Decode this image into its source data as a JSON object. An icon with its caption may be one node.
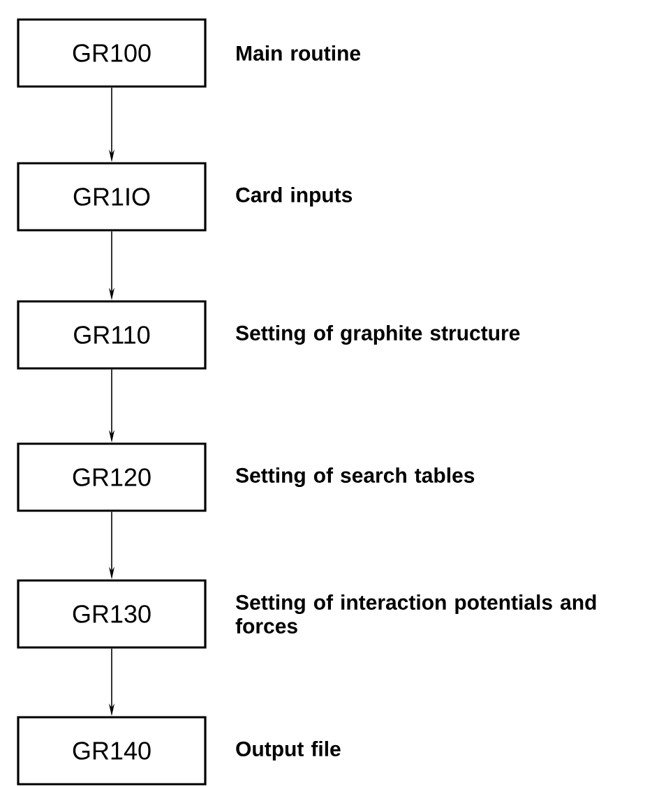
{
  "diagram": {
    "nodes": [
      {
        "text": [
          "GR100"
        ],
        "beside": [
          "Main routine"
        ]
      },
      {
        "text": [
          "GR1IO"
        ],
        "beside": [
          "Card inputs"
        ]
      },
      {
        "text": [
          "GR110"
        ],
        "beside": [
          "Setting of graphite structure"
        ]
      },
      {
        "text": [
          "GR120"
        ],
        "beside": [
          "Setting of search tables"
        ]
      },
      {
        "text": [
          "GR130"
        ],
        "beside": [
          "Setting of interaction potentials and forces"
        ]
      },
      {
        "text": [
          "GR140"
        ],
        "beside": [
          "Output file"
        ]
      }
    ],
    "edges": [
      {
        "from": 0,
        "to": 1,
        "arrow": "to"
      },
      {
        "from": 1,
        "to": 2,
        "arrow": "to"
      },
      {
        "from": 2,
        "to": 3,
        "arrow": "to"
      },
      {
        "from": 3,
        "to": 4,
        "arrow": "to"
      },
      {
        "from": 4,
        "to": 5,
        "arrow": "to"
      }
    ]
  }
}
